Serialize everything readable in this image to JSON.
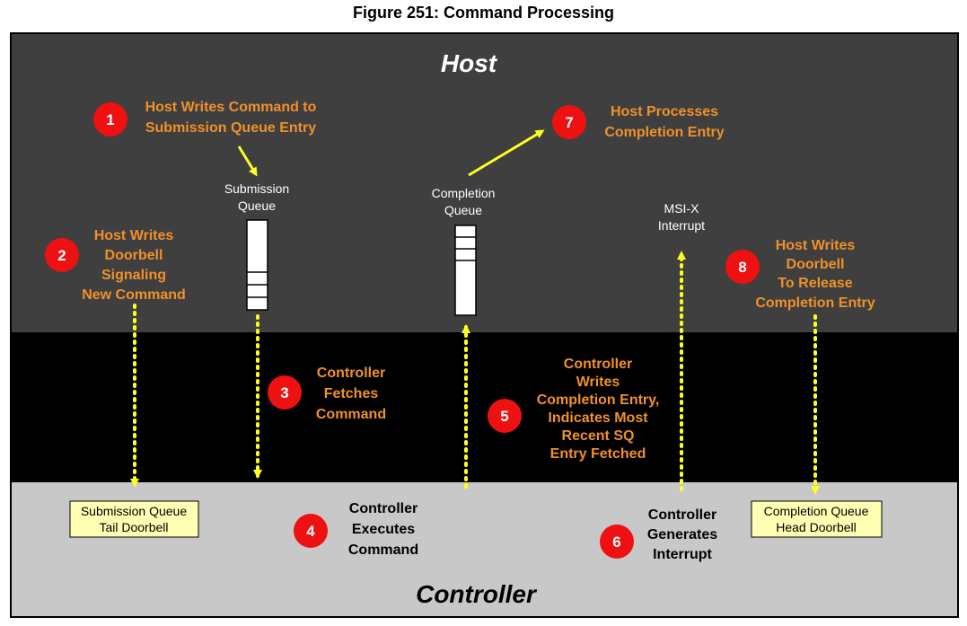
{
  "figure_title": "Figure 251: Command Processing",
  "regions": {
    "host": "Host",
    "controller": "Controller"
  },
  "colors": {
    "host_bg": "#3f3f3f",
    "middle_bg": "#000000",
    "controller_bg": "#c8c8c8",
    "step_label": "#f0902a",
    "step_circle": "#ee1111",
    "arrow": "#ffff22",
    "doorbell_fill": "#ffffb3"
  },
  "queues": {
    "submission": [
      "Submission",
      "Queue"
    ],
    "completion": [
      "Completion",
      "Queue"
    ]
  },
  "interrupt_label": [
    "MSI-X",
    "Interrupt"
  ],
  "doorbells": {
    "sq_tail": [
      "Submission Queue",
      "Tail Doorbell"
    ],
    "cq_head": [
      "Completion Queue",
      "Head Doorbell"
    ]
  },
  "steps": [
    {
      "number": "1",
      "lines": [
        "Host Writes Command to",
        "Submission Queue Entry"
      ]
    },
    {
      "number": "2",
      "lines": [
        "Host Writes",
        "Doorbell",
        "Signaling",
        "New Command"
      ]
    },
    {
      "number": "3",
      "lines": [
        "Controller",
        "Fetches",
        "Command"
      ]
    },
    {
      "number": "4",
      "lines": [
        "Controller",
        "Executes",
        "Command"
      ]
    },
    {
      "number": "5",
      "lines": [
        "Controller",
        "Writes",
        "Completion Entry,",
        "Indicates Most",
        "Recent SQ",
        "Entry Fetched"
      ]
    },
    {
      "number": "6",
      "lines": [
        "Controller",
        "Generates",
        "Interrupt"
      ]
    },
    {
      "number": "7",
      "lines": [
        "Host Processes",
        "Completion Entry"
      ]
    },
    {
      "number": "8",
      "lines": [
        "Host Writes",
        "Doorbell",
        "To Release",
        "Completion Entry"
      ]
    }
  ]
}
